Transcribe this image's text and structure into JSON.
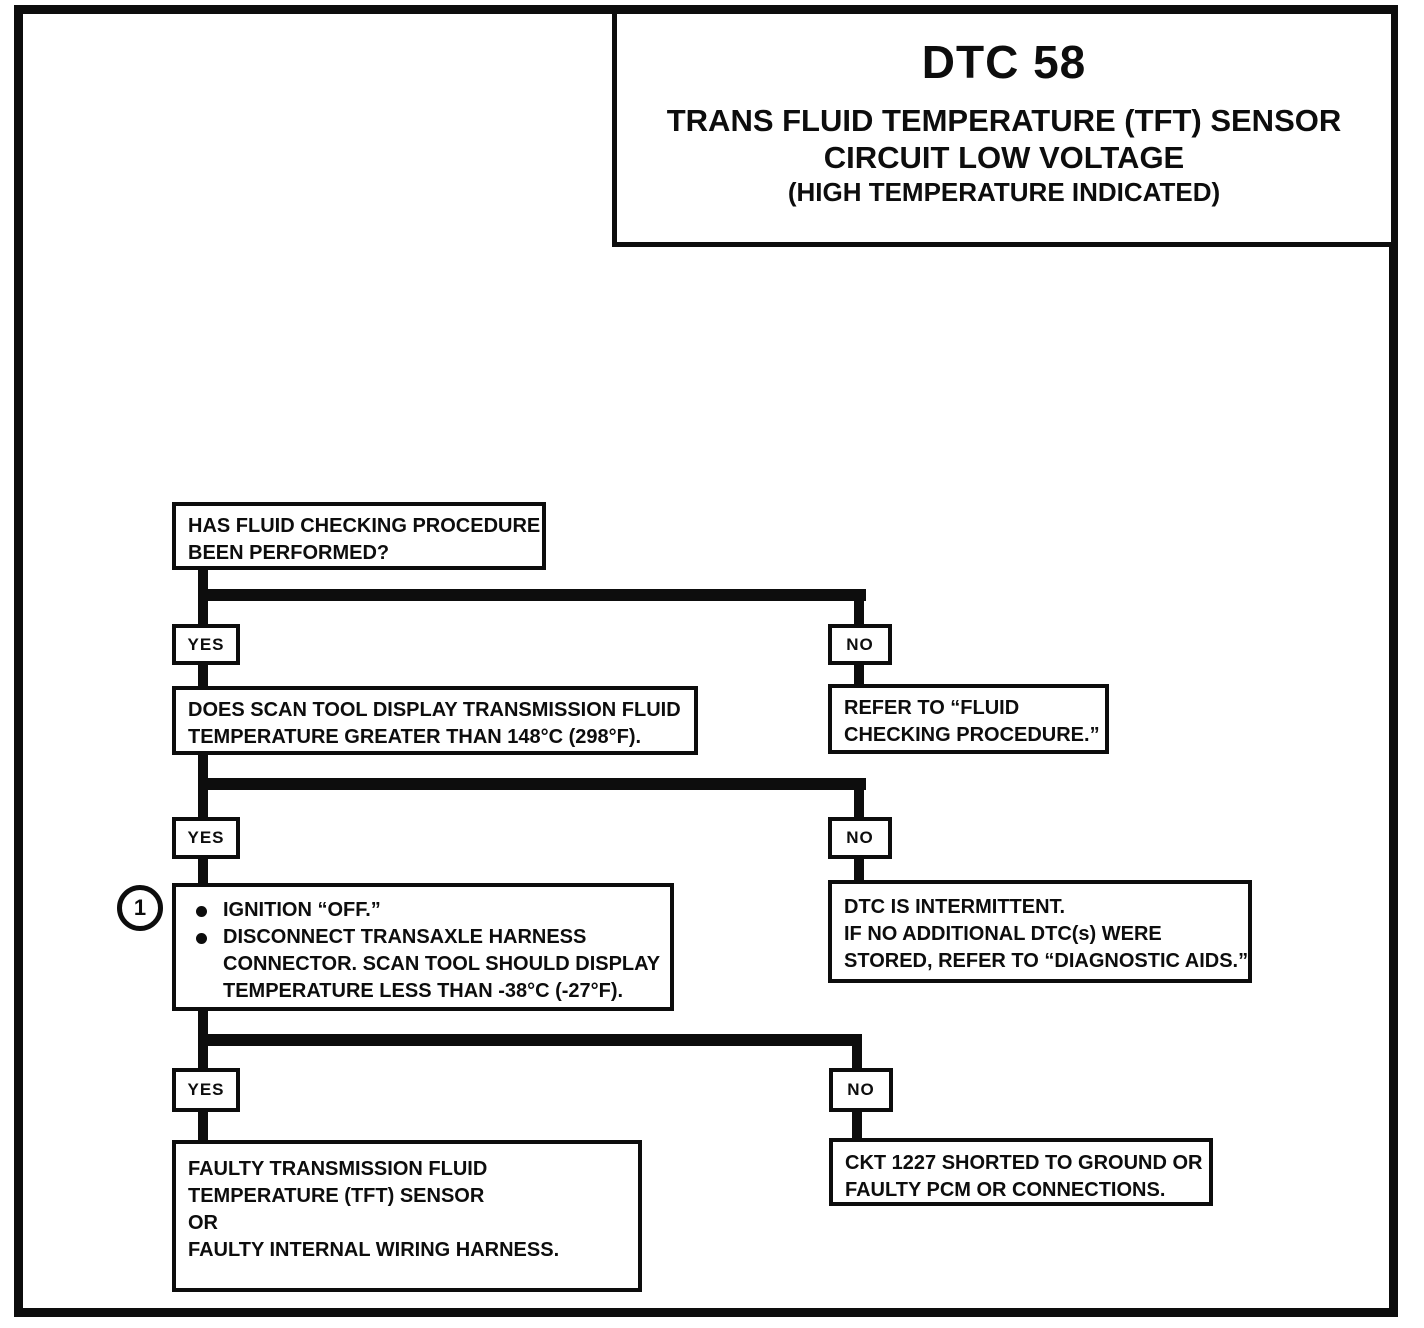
{
  "title": {
    "code": "DTC 58",
    "line1": "TRANS FLUID TEMPERATURE (TFT) SENSOR",
    "line2": "CIRCUIT LOW VOLTAGE",
    "line3": "(HIGH TEMPERATURE INDICATED)"
  },
  "flow": {
    "q1": {
      "line1": "HAS FLUID CHECKING PROCEDURE",
      "line2": "BEEN PERFORMED?"
    },
    "branch1": {
      "yes": "YES",
      "no": "NO"
    },
    "q2": {
      "line1": "DOES SCAN TOOL DISPLAY TRANSMISSION FLUID",
      "line2": "TEMPERATURE GREATER THAN 148°C (298°F)."
    },
    "refer_fluid": {
      "line1": "REFER TO “FLUID",
      "line2": "CHECKING PROCEDURE.”"
    },
    "branch2": {
      "yes": "YES",
      "no": "NO"
    },
    "step_marker": "1",
    "action": {
      "bullet1_line1": "IGNITION “OFF.”",
      "bullet2_line1": "DISCONNECT TRANSAXLE HARNESS",
      "bullet2_line2": "CONNECTOR.  SCAN TOOL SHOULD DISPLAY",
      "bullet2_line3": "TEMPERATURE LESS THAN -38°C (-27°F)."
    },
    "intermittent": {
      "line1": "DTC IS INTERMITTENT.",
      "line2": "IF NO ADDITIONAL DTC(s) WERE",
      "line3": "STORED, REFER TO “DIAGNOSTIC AIDS.”"
    },
    "branch3": {
      "yes": "YES",
      "no": "NO"
    },
    "faulty_sensor": {
      "line1": "FAULTY TRANSMISSION FLUID",
      "line2": "TEMPERATURE (TFT) SENSOR",
      "line3": "OR",
      "line4": "FAULTY INTERNAL WIRING HARNESS."
    },
    "ckt_short": {
      "line1": "CKT 1227 SHORTED TO GROUND OR",
      "line2": "FAULTY PCM OR CONNECTIONS."
    }
  },
  "colors": {
    "ink": "#0d0d0d",
    "paper": "#ffffff"
  }
}
